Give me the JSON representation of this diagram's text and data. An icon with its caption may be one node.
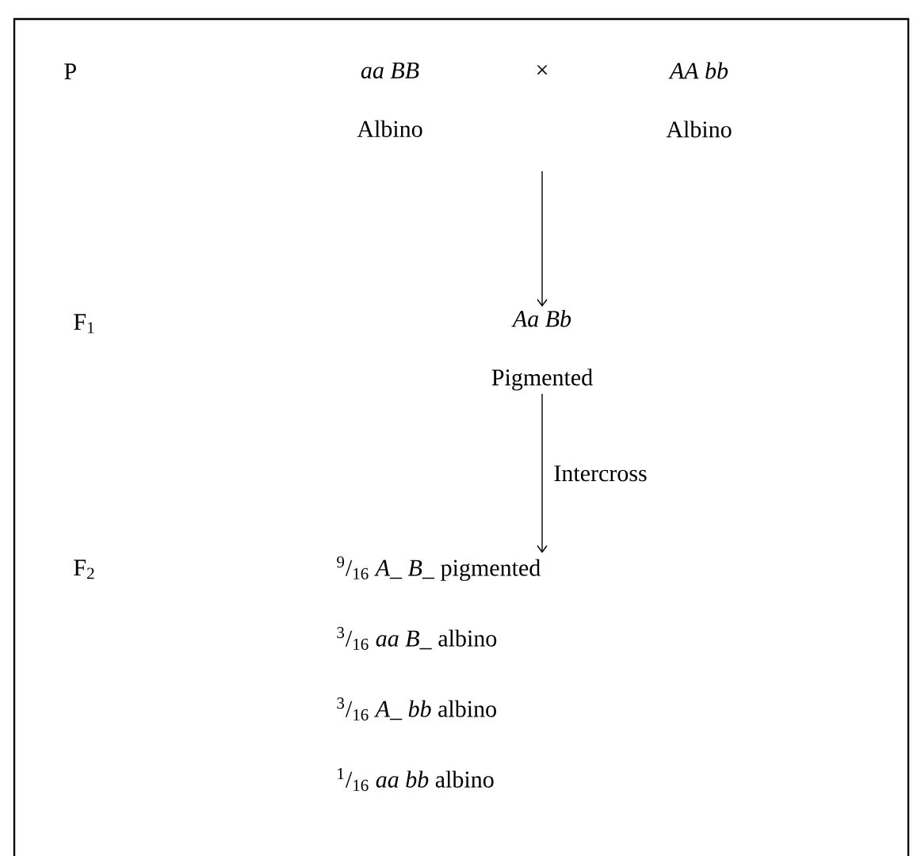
{
  "diagram": {
    "nodes": [
      {
        "text": [
          "aa BB",
          "Albino"
        ]
      },
      {
        "text": [
          "AA bb",
          "Albino"
        ]
      },
      {
        "text": [
          "Aa Bb",
          "Pigmented"
        ]
      },
      {
        "text": [
          "$^{9}$/$_{16}$ *A_ B_* pigmented",
          "$^{3}$/$_{16}$ *aa B_* albino",
          "$^{3}$/$_{16}$ *A_ bb* albino",
          "$^{1}$/$_{16}$ *aa bb* albino"
        ]
      }
    ],
    "edges": [
      {
        "from": null,
        "to": 2,
        "arrow": "to"
      },
      {
        "from": 2,
        "to": 3,
        "arrow": "to",
        "label": "Intercross"
      }
    ],
    "labels": [
      "P",
      "×",
      "F$_{1}$",
      "F$_{2}$"
    ]
  }
}
